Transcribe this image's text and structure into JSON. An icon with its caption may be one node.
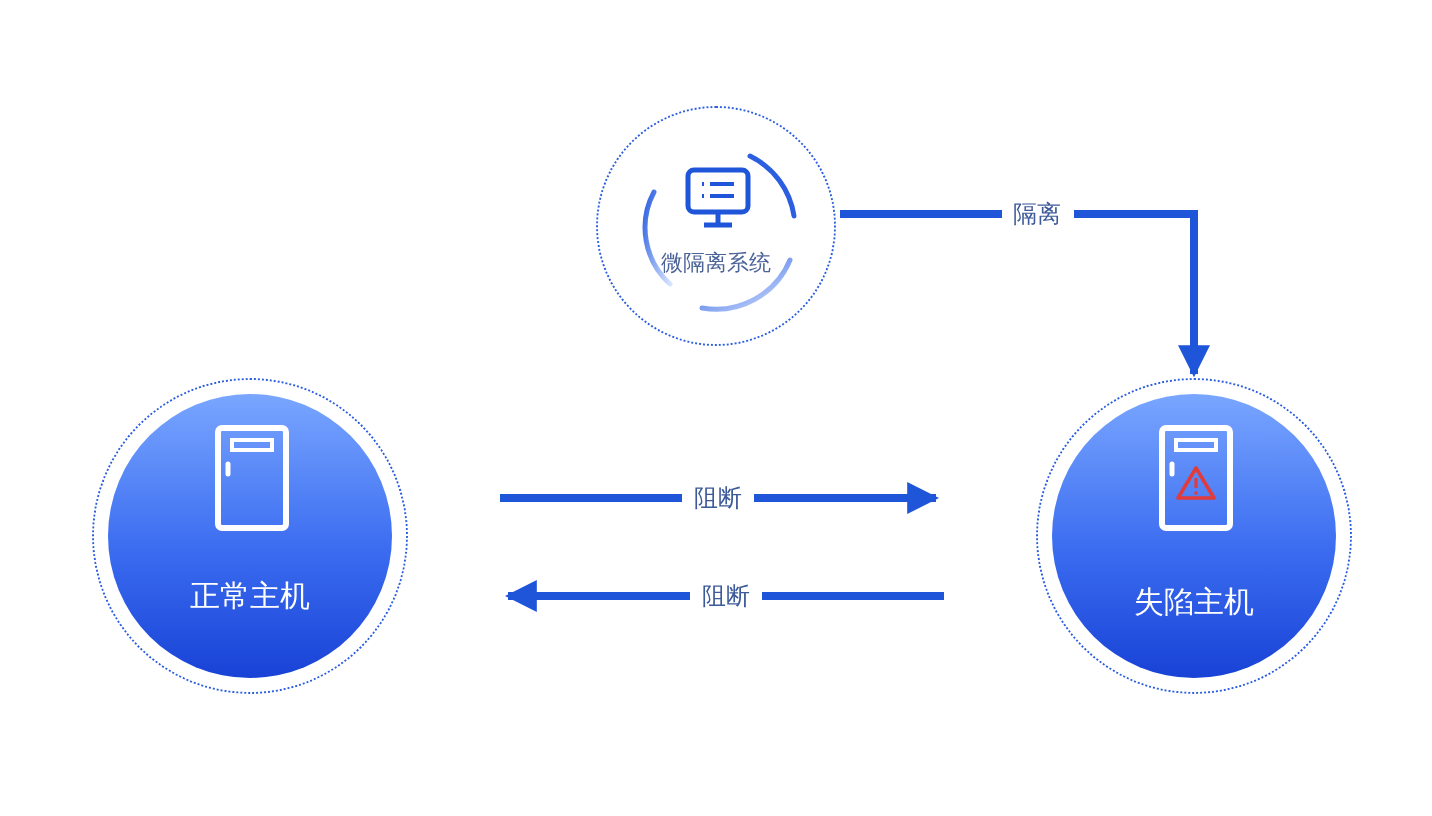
{
  "diagram": {
    "nodes": [
      {
        "text": [
          "微隔离系统"
        ]
      },
      {
        "text": [
          "正常主机"
        ]
      },
      {
        "text": [
          "失陷主机"
        ]
      }
    ],
    "edges": [
      {
        "from": 0,
        "to": 2,
        "arrow": "to",
        "label": "隔离"
      },
      {
        "from": 1,
        "to": 2,
        "arrow": "to",
        "label": "阻断"
      },
      {
        "from": 2,
        "to": 1,
        "arrow": "to",
        "label": "阻断"
      }
    ]
  }
}
